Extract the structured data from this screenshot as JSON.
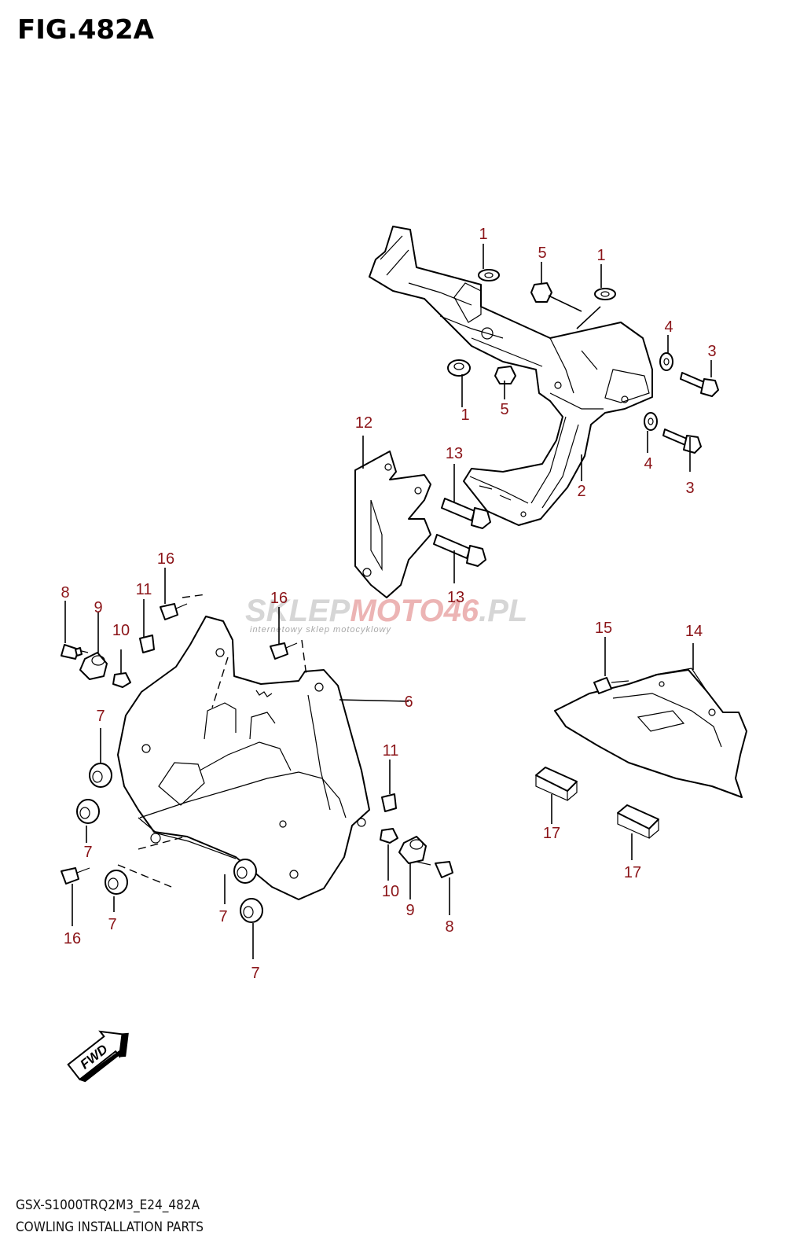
{
  "figure": {
    "title": "FIG.482A",
    "model_code": "GSX-S1000TRQ2M3_E24_482A",
    "name": "COWLING INSTALLATION PARTS"
  },
  "watermark": {
    "text_a": "SKLEP",
    "text_b": "MOTO",
    "text_c": "46",
    "text_d": ".PL",
    "subtitle": "internetowy sklep motocyklowy",
    "colors": {
      "gray": "#c9c9c9",
      "red": "#e8a0a0"
    }
  },
  "direction_marker": {
    "label": "FWD",
    "icon": "forward-arrow-icon"
  },
  "callouts": [
    "1",
    "1",
    "1",
    "2",
    "3",
    "3",
    "4",
    "4",
    "5",
    "5",
    "6",
    "7",
    "7",
    "7",
    "7",
    "7",
    "8",
    "8",
    "9",
    "9",
    "10",
    "10",
    "11",
    "11",
    "12",
    "13",
    "13",
    "14",
    "15",
    "16",
    "16",
    "16",
    "17",
    "17"
  ],
  "colors": {
    "callout": "#8b1418",
    "line": "#000000"
  }
}
